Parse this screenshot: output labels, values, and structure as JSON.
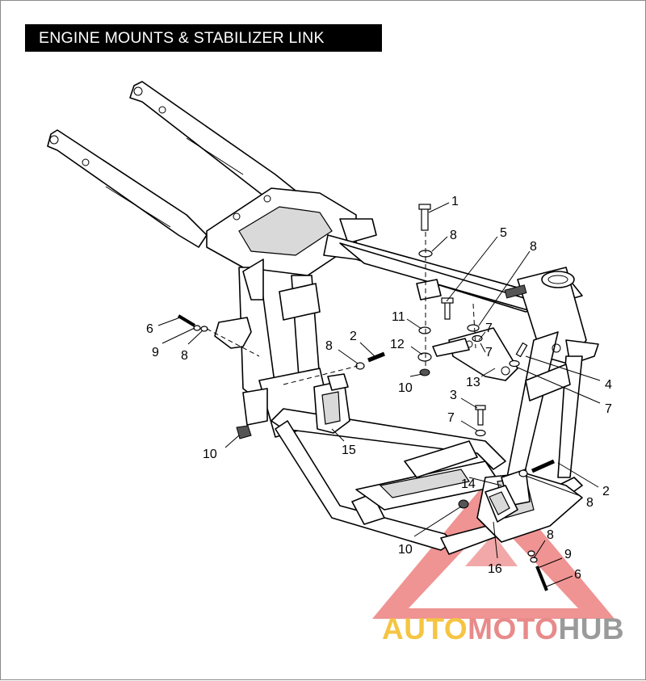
{
  "title": "ENGINE MOUNTS & STABILIZER LINK",
  "callouts": [
    {
      "id": "c1",
      "label": "1"
    },
    {
      "id": "c2",
      "label": "8"
    },
    {
      "id": "c3",
      "label": "5"
    },
    {
      "id": "c4",
      "label": "8"
    },
    {
      "id": "c5",
      "label": "11"
    },
    {
      "id": "c6",
      "label": "7"
    },
    {
      "id": "c7",
      "label": "12"
    },
    {
      "id": "c8",
      "label": "7"
    },
    {
      "id": "c9",
      "label": "2"
    },
    {
      "id": "c10",
      "label": "8"
    },
    {
      "id": "c11",
      "label": "6"
    },
    {
      "id": "c12",
      "label": "9"
    },
    {
      "id": "c13",
      "label": "8"
    },
    {
      "id": "c14",
      "label": "10"
    },
    {
      "id": "c15",
      "label": "13"
    },
    {
      "id": "c16",
      "label": "4"
    },
    {
      "id": "c17",
      "label": "7"
    },
    {
      "id": "c18",
      "label": "3"
    },
    {
      "id": "c19",
      "label": "7"
    },
    {
      "id": "c20",
      "label": "15"
    },
    {
      "id": "c21",
      "label": "10"
    },
    {
      "id": "c22",
      "label": "14"
    },
    {
      "id": "c23",
      "label": "2"
    },
    {
      "id": "c24",
      "label": "8"
    },
    {
      "id": "c25",
      "label": "10"
    },
    {
      "id": "c26",
      "label": "8"
    },
    {
      "id": "c27",
      "label": "9"
    },
    {
      "id": "c28",
      "label": "16"
    },
    {
      "id": "c29",
      "label": "6"
    }
  ],
  "watermark": {
    "part1": "AUTO",
    "part2": "MOTO",
    "part3": "HUB",
    "colors": {
      "auto": "#f5c542",
      "moto": "#e88a8a",
      "hub": "#9a9a9a",
      "triangle": "#e23b3b"
    }
  }
}
